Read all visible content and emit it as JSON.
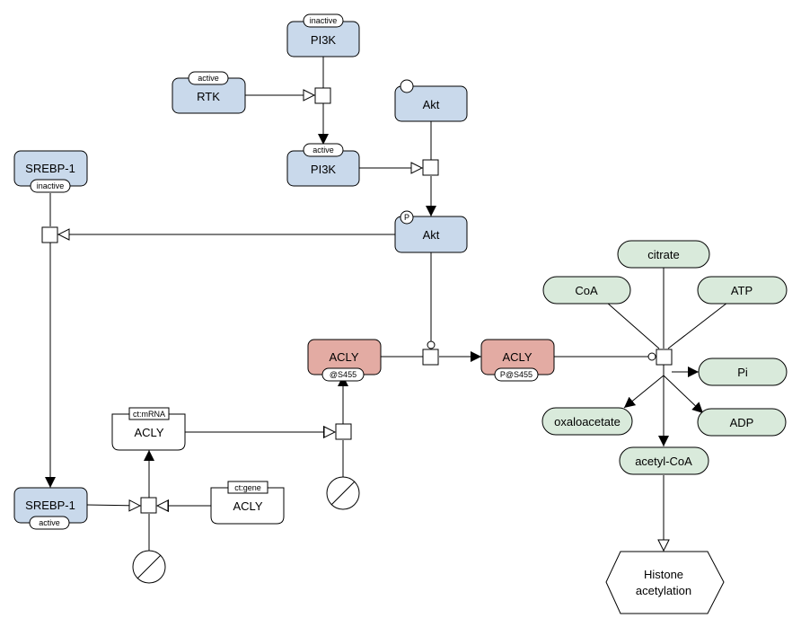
{
  "colors": {
    "protein": "#c9d9eb",
    "acly_protein": "#e3aba3",
    "metabolite": "#d9eadb",
    "line": "#000000",
    "white": "#ffffff"
  },
  "nodes": {
    "pi3k_inactive": {
      "label": "PI3K",
      "state": "inactive"
    },
    "rtk_active": {
      "label": "RTK",
      "state": "active"
    },
    "pi3k_active": {
      "label": "PI3K",
      "state": "active"
    },
    "akt": {
      "label": "Akt"
    },
    "akt_p": {
      "label": "Akt",
      "state": "P"
    },
    "srebp1_inactive": {
      "label": "SREBP-1",
      "state": "inactive"
    },
    "srebp1_active": {
      "label": "SREBP-1",
      "state": "active"
    },
    "acly_s455": {
      "label": "ACLY",
      "state": "@S455"
    },
    "acly_ps455": {
      "label": "ACLY",
      "state": "P@S455"
    },
    "acly_mrna": {
      "label": "ACLY",
      "unit": "ct:mRNA"
    },
    "acly_gene": {
      "label": "ACLY",
      "unit": "ct:gene"
    },
    "citrate": {
      "label": "citrate"
    },
    "coa": {
      "label": "CoA"
    },
    "atp": {
      "label": "ATP"
    },
    "pi": {
      "label": "Pi"
    },
    "oxaloacetate": {
      "label": "oxaloacetate"
    },
    "adp": {
      "label": "ADP"
    },
    "acetyl_coa": {
      "label": "acetyl-CoA"
    },
    "histone": {
      "line1": "Histone",
      "line2": "acetylation"
    }
  }
}
